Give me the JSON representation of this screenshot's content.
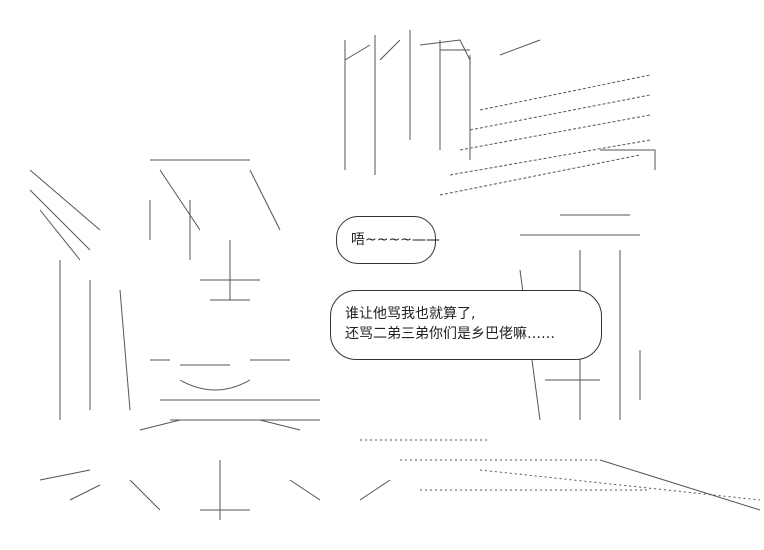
{
  "bubbles": {
    "small": {
      "text": "唔~~~~——"
    },
    "large": {
      "line1": "谁让他骂我也就算了,",
      "line2": "还骂二弟三弟你们是乡巴佬嘛……"
    }
  },
  "colors": {
    "ink": "#222222",
    "background": "#ffffff"
  }
}
